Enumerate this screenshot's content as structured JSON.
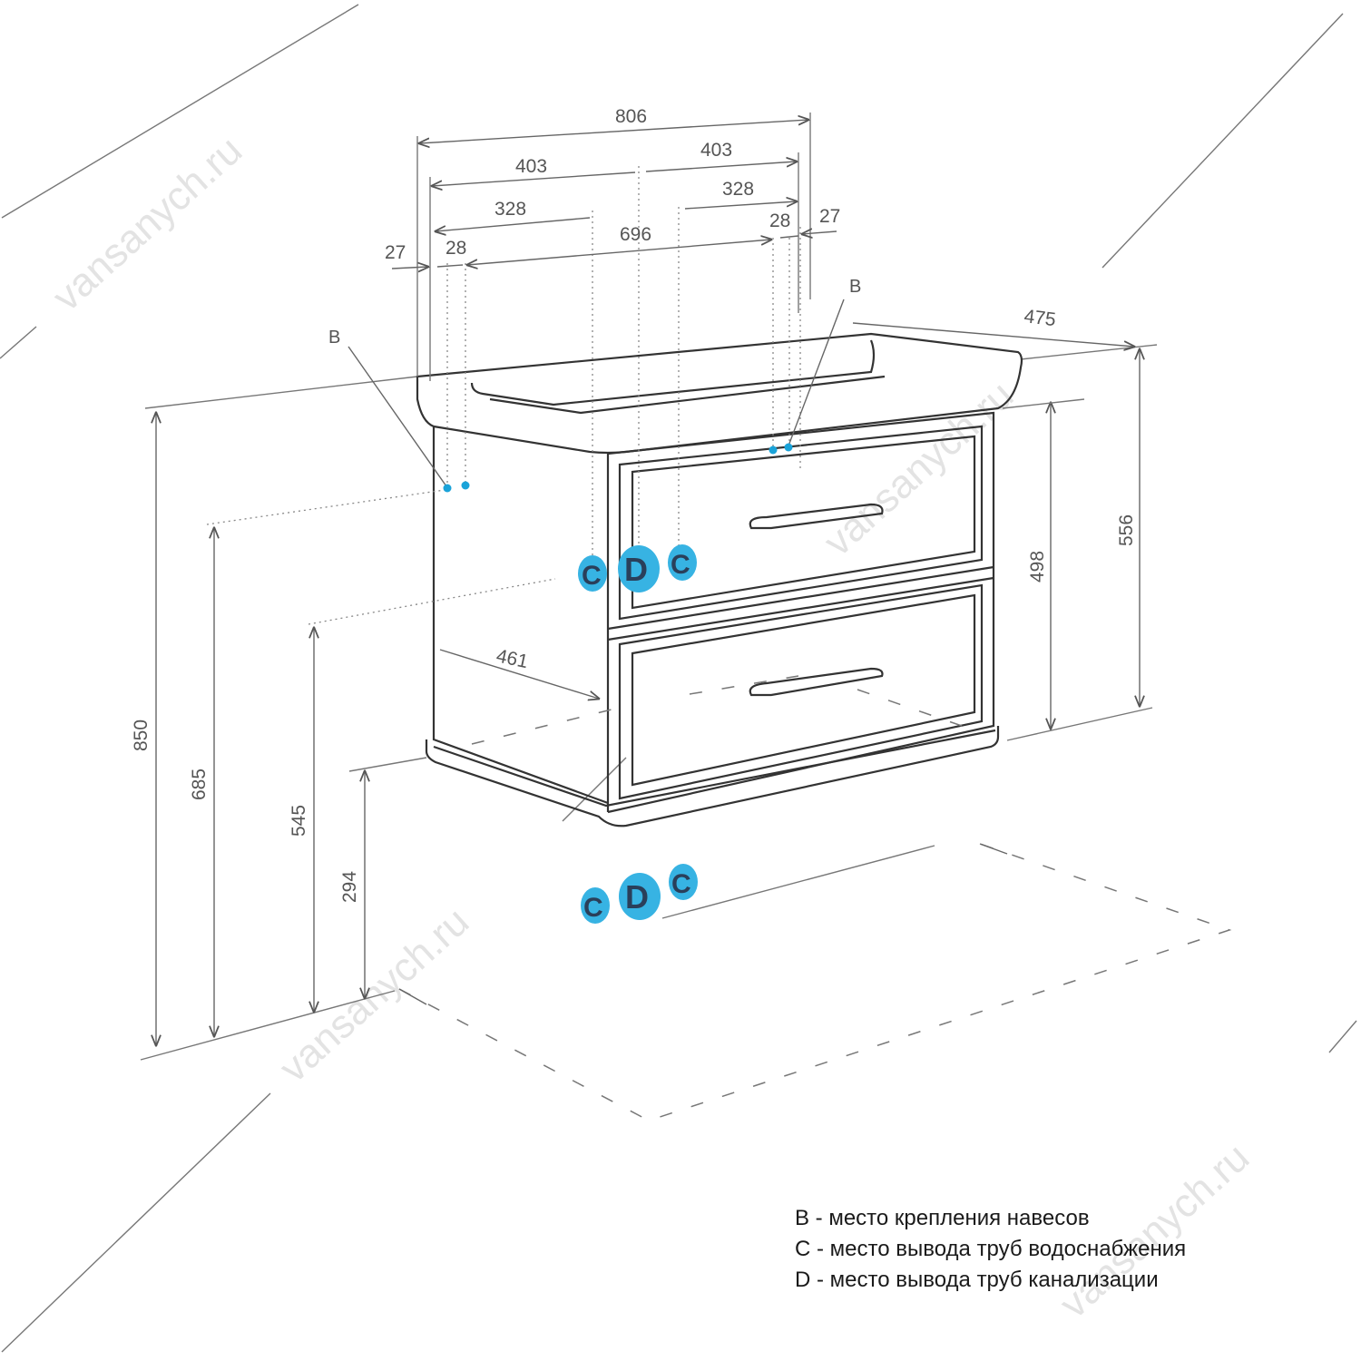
{
  "watermark": "vansanych.ru",
  "markers": {
    "b": "B",
    "c": "C",
    "d": "D"
  },
  "dimensions": {
    "overall_width": "806",
    "half_left": "403",
    "half_right": "403",
    "pipe_left": "328",
    "pipe_right": "328",
    "inner_width": "696",
    "edge_left": "27",
    "edge_right": "27",
    "mount_left": "28",
    "mount_right": "28",
    "depth": "475",
    "inner_depth": "461",
    "height_total": "850",
    "height_b": "685",
    "height_c": "545",
    "height_floor": "294",
    "body_height": "498",
    "full_height": "556"
  },
  "legend": [
    {
      "key": "B",
      "text": "B - место крепления навесов"
    },
    {
      "key": "C",
      "text": "C - место вывода труб водоснабжения"
    },
    {
      "key": "D",
      "text": "D - место вывода труб канализации"
    }
  ],
  "colors": {
    "accent": "#1aa3d9",
    "marker_fill": "#37b3e3",
    "line": "#333333"
  }
}
